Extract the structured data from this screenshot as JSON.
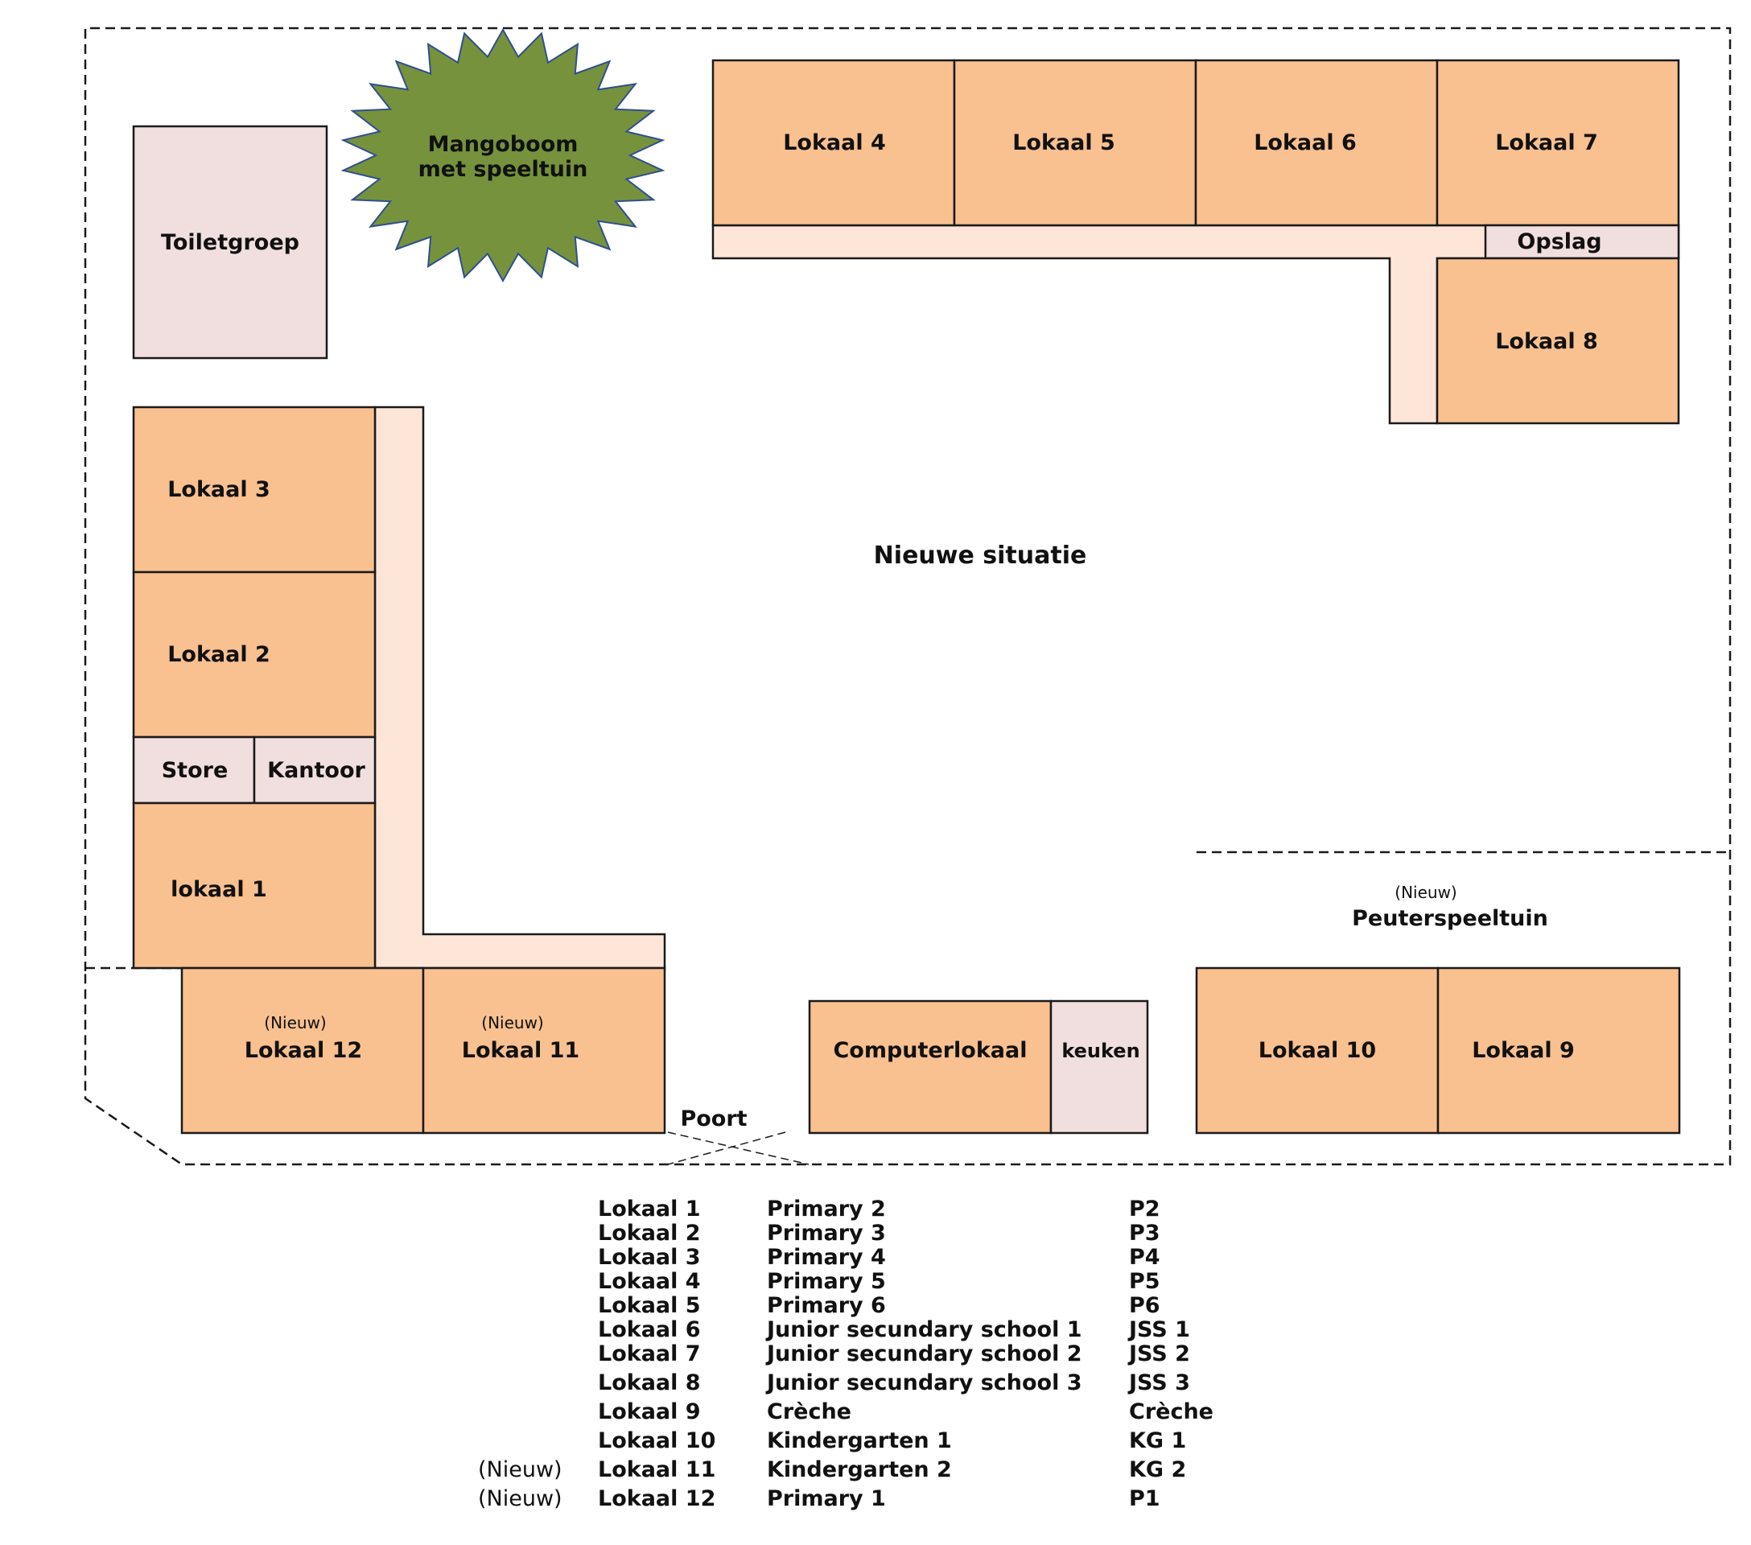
{
  "title": "Nieuwe situatie",
  "colors": {
    "classroom": "#f9c090",
    "auxiliary": "#f1dede",
    "corridor": "#fde6d8",
    "tree": "#76923c"
  },
  "labels": {
    "toilet": "Toiletgroep",
    "tree_line1": "Mangoboom",
    "tree_line2": "met speeltuin",
    "lokaal1": "lokaal 1",
    "lokaal2": "Lokaal 2",
    "lokaal3": "Lokaal 3",
    "lokaal4": "Lokaal 4",
    "lokaal5": "Lokaal 5",
    "lokaal6": "Lokaal 6",
    "lokaal7": "Lokaal 7",
    "lokaal8": "Lokaal 8",
    "lokaal9": "Lokaal 9",
    "lokaal10": "Lokaal 10",
    "lokaal11": "Lokaal 11",
    "lokaal12": "Lokaal 12",
    "store": "Store",
    "kantoor": "Kantoor",
    "opslag": "Opslag",
    "computerlokaal": "Computerlokaal",
    "keuken": "keuken",
    "poort": "Poort",
    "peuterspeeltuin": "Peuterspeeltuin",
    "nieuw": "(Nieuw)"
  },
  "legend": [
    {
      "prefix": "",
      "room": "Lokaal 1",
      "name": "Primary 2",
      "code": "P2"
    },
    {
      "prefix": "",
      "room": "Lokaal 2",
      "name": "Primary 3",
      "code": "P3"
    },
    {
      "prefix": "",
      "room": "Lokaal 3",
      "name": "Primary 4",
      "code": "P4"
    },
    {
      "prefix": "",
      "room": "Lokaal 4",
      "name": "Primary 5",
      "code": "P5"
    },
    {
      "prefix": "",
      "room": "Lokaal 5",
      "name": "Primary 6",
      "code": "P6"
    },
    {
      "prefix": "",
      "room": "Lokaal 6",
      "name": "Junior secundary school 1",
      "code": "JSS 1"
    },
    {
      "prefix": "",
      "room": "Lokaal 7",
      "name": "Junior secundary school 2",
      "code": "JSS 2"
    },
    {
      "prefix": "",
      "room": "Lokaal 8",
      "name": "Junior secundary school 3",
      "code": "JSS 3"
    },
    {
      "prefix": "",
      "room": "Lokaal 9",
      "name": "Crèche",
      "code": "Crèche"
    },
    {
      "prefix": "",
      "room": "Lokaal 10",
      "name": "Kindergarten 1",
      "code": "KG 1"
    },
    {
      "prefix": "(Nieuw)",
      "room": "Lokaal 11",
      "name": "Kindergarten 2",
      "code": "KG 2"
    },
    {
      "prefix": "(Nieuw)",
      "room": "Lokaal 12",
      "name": "Primary 1",
      "code": "P1"
    }
  ]
}
